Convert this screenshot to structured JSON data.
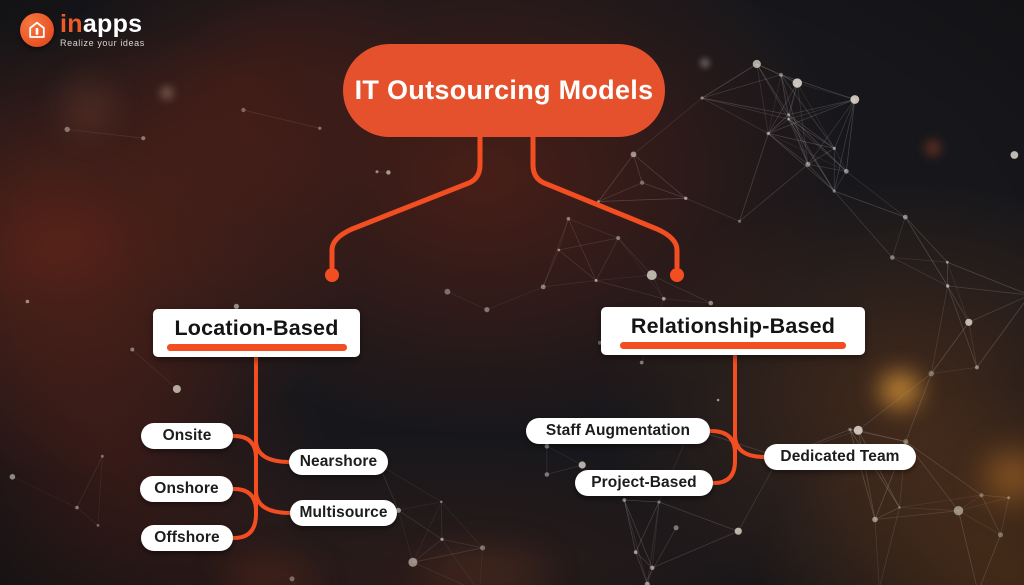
{
  "brand": {
    "name_prefix": "in",
    "name_suffix": "apps",
    "tagline": "Realize your ideas"
  },
  "diagram": {
    "title": "IT Outsourcing Models",
    "branches": [
      {
        "label": "Location-Based",
        "children": [
          {
            "label": "Onsite",
            "side": "left"
          },
          {
            "label": "Nearshore",
            "side": "right"
          },
          {
            "label": "Onshore",
            "side": "left"
          },
          {
            "label": "Multisource",
            "side": "right"
          },
          {
            "label": "Offshore",
            "side": "left"
          }
        ]
      },
      {
        "label": "Relationship-Based",
        "children": [
          {
            "label": "Staff Augmentation",
            "side": "left"
          },
          {
            "label": "Dedicated Team",
            "side": "right"
          },
          {
            "label": "Project-Based",
            "side": "left"
          }
        ]
      }
    ]
  },
  "colors": {
    "accent": "#F24E22",
    "root_node_bg": "#E4512C",
    "card_bg": "#FFFFFF",
    "text_dark": "#1A1A1A",
    "background": "#17171B",
    "logo_orange": "#F05A28"
  }
}
